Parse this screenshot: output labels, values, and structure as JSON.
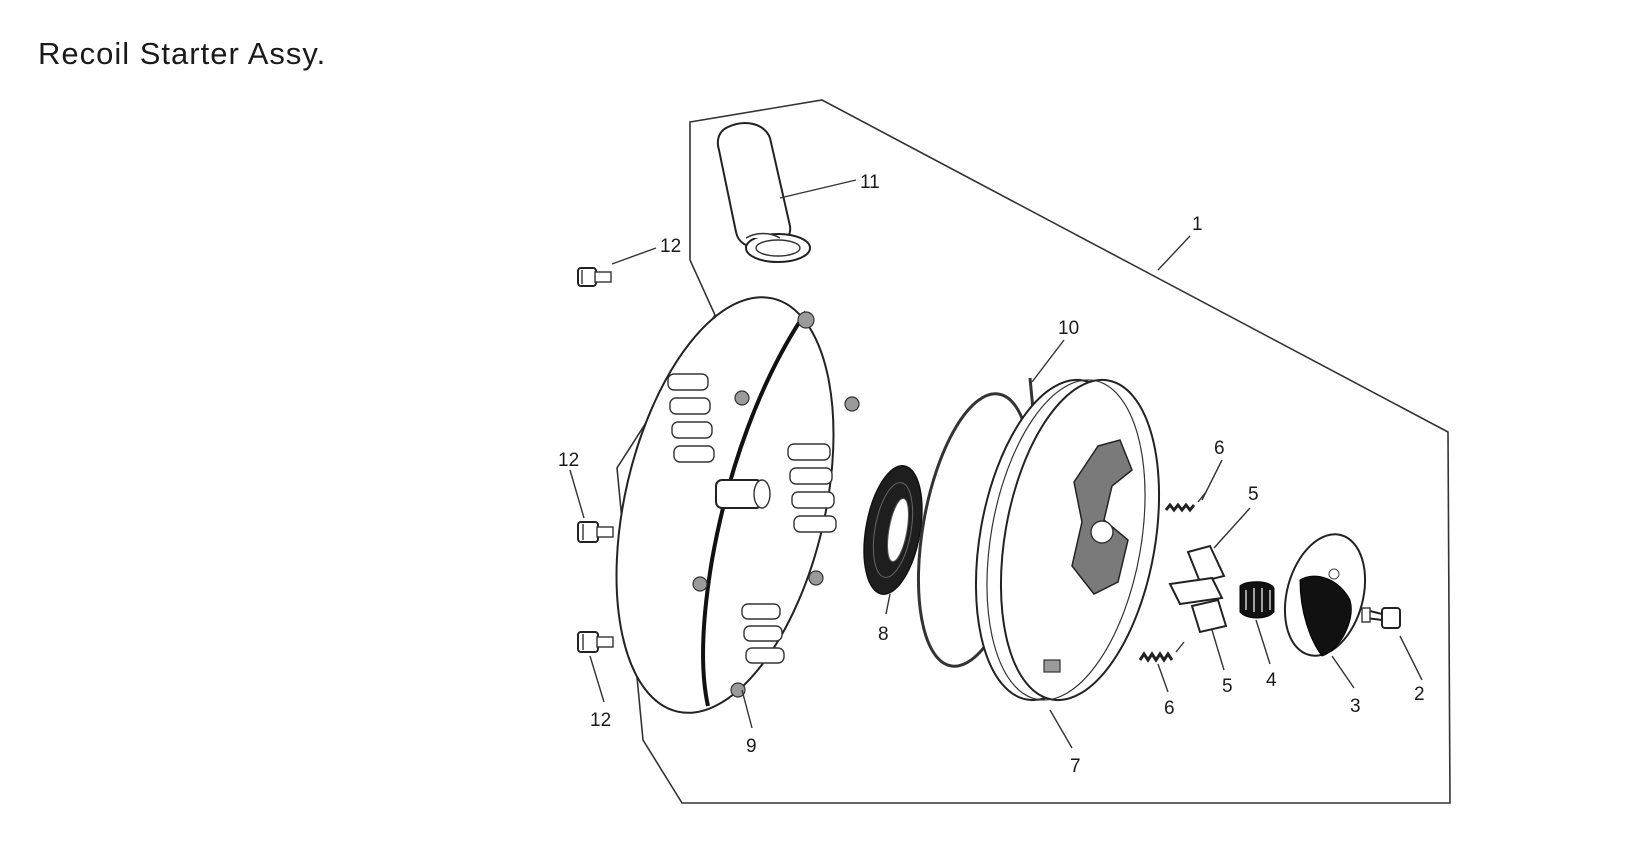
{
  "title": "Recoil Starter Assy.",
  "callouts": {
    "c1": "1",
    "c2": "2",
    "c3": "3",
    "c4": "4",
    "c5a": "5",
    "c5b": "5",
    "c6a": "6",
    "c6b": "6",
    "c7": "7",
    "c8": "8",
    "c9": "9",
    "c10": "10",
    "c11": "11",
    "c12a": "12",
    "c12b": "12",
    "c12c": "12"
  }
}
